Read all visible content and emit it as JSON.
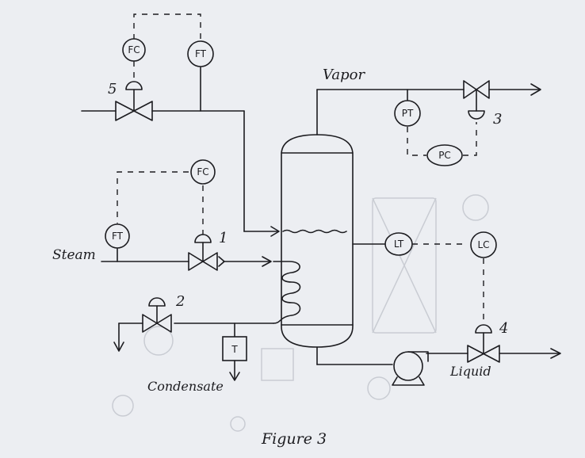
{
  "instruments": {
    "fc_top": "FC",
    "ft_top": "FT",
    "pt": "PT",
    "pc": "PC",
    "fc_mid": "FC",
    "ft_steam": "FT",
    "lt": "LT",
    "lc": "LC",
    "trap": "T"
  },
  "valve_numbers": {
    "v1": "1",
    "v2": "2",
    "v3": "3",
    "v4": "4",
    "v5": "5"
  },
  "labels": {
    "vapor": "Vapor",
    "steam": "Steam",
    "condensate": "Condensate",
    "liquid": "Liquid",
    "caption": "Figure 3"
  }
}
